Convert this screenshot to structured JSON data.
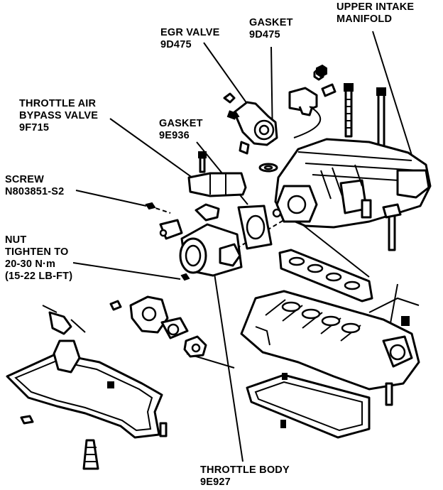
{
  "callouts": {
    "egr_valve": {
      "line1": "EGR VALVE",
      "line2": "9D475"
    },
    "gasket_top": {
      "line1": "GASKET",
      "line2": "9D475"
    },
    "upper_intake": {
      "line1": "UPPER INTAKE",
      "line2": "MANIFOLD"
    },
    "throttle_air_bypass": {
      "line1": "THROTTLE AIR",
      "line2": "BYPASS VALVE",
      "line3": "9F715"
    },
    "gasket_mid": {
      "line1": "GASKET",
      "line2": "9E936"
    },
    "screw": {
      "line1": "SCREW",
      "line2": "N803851-S2"
    },
    "nut": {
      "line1": "NUT",
      "line2": "TIGHTEN TO",
      "line3": "20-30 N·m",
      "line4": "(15-22 LB-FT)"
    },
    "throttle_body": {
      "line1": "THROTTLE BODY",
      "line2": "9E927"
    }
  }
}
